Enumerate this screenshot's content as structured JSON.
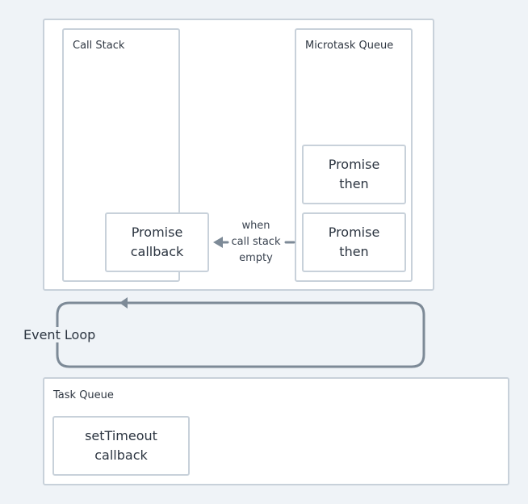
{
  "call_stack": {
    "title": "Call Stack",
    "cards": [
      {
        "lines": [
          "Promise",
          "callback"
        ]
      }
    ]
  },
  "microtask_queue": {
    "title": "Microtask Queue",
    "cards": [
      {
        "lines": [
          "Promise",
          "then"
        ]
      },
      {
        "lines": [
          "Promise",
          "then"
        ]
      }
    ]
  },
  "transfer_note": {
    "lines": [
      "when",
      "call stack",
      "empty"
    ]
  },
  "event_loop": {
    "label": "Event Loop"
  },
  "task_queue": {
    "title": "Task Queue",
    "cards": [
      {
        "lines": [
          "setTimeout",
          "callback"
        ]
      }
    ]
  },
  "colors": {
    "border": "#c8d1da",
    "arrow": "#7d8a97",
    "background": "#eff3f7"
  }
}
